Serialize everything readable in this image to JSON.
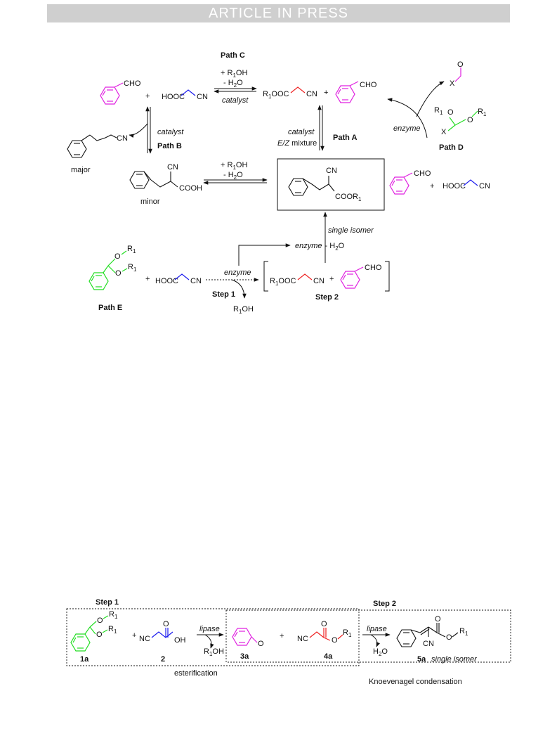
{
  "header": {
    "banner": "ARTICLE IN PRESS"
  },
  "colors": {
    "magenta": "#e020e0",
    "blue": "#1a1aee",
    "red": "#ee2020",
    "green": "#22dd22",
    "black": "#111111"
  },
  "scheme1": {
    "path_a": "Path A",
    "path_b": "Path B",
    "path_c": "Path C",
    "path_d": "Path D",
    "path_e": "Path E",
    "step1": "Step 1",
    "step2": "Step 2",
    "catalyst": "catalyst",
    "enzyme": "enzyme",
    "ez_italic": "E/Z",
    "ez_rest": " mixture",
    "major": "major",
    "minor": "minor",
    "single_isomer": "single isomer",
    "cho": "CHO",
    "cn": "CN",
    "hooc": "HOOC",
    "plus": "+",
    "cooh": "COOH",
    "coor": "COOR",
    "sub1": "1",
    "sub2": "2",
    "r_letter": "R",
    "ooc": "OOC",
    "r1oh_prefix": "+ R",
    "oh": "OH",
    "minus_h": "- H",
    "o_letter": "O",
    "x_letter": "X"
  },
  "scheme2": {
    "step1": "Step 1",
    "step2": "Step 2",
    "lipase": "lipase",
    "label_1a": "1a",
    "label_2": "2",
    "label_3a": "3a",
    "label_4a": "4a",
    "label_5a": "5a",
    "single_isomer": "single isomer",
    "esterification": "esterification",
    "knoevenagel": "Knoevenagel condensation",
    "nc": "NC",
    "oh": "OH",
    "o_letter": "O",
    "r1": "R",
    "sub1": "1",
    "h2o_h": "H",
    "h2o_o": "O",
    "sub2": "2",
    "cn": "CN",
    "plus": "+"
  }
}
